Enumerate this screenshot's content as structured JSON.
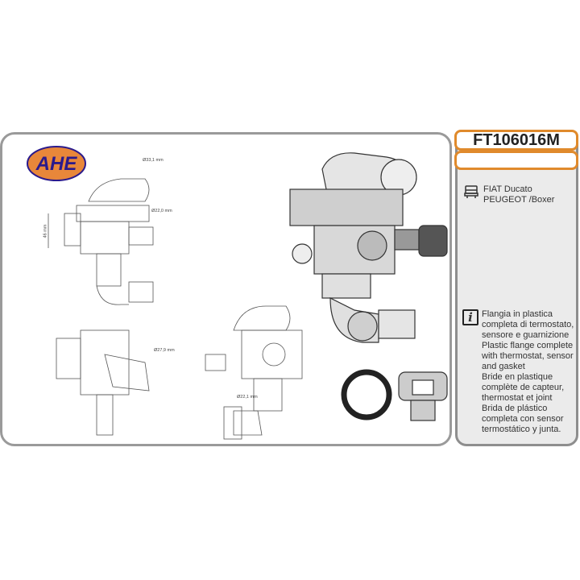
{
  "logo": {
    "text": "AHE",
    "colors": {
      "fill": "#e8873a",
      "text": "#2a1a8c"
    }
  },
  "product": {
    "code": "FT106016M",
    "subtitle": ""
  },
  "vehicles": [
    "FIAT Ducato",
    "PEUGEOT /Boxer"
  ],
  "description": [
    "Flangia in plastica completa di termostato, sensore e guarnizione",
    "Plastic flange complete with thermostat, sensor and gasket",
    "Bride en plastique complète de capteur, thermostat et joint",
    "Brida de plástico completa con sensor termostático y junta."
  ],
  "dimensions": {
    "d1": "Ø33,1 mm",
    "d2": "Ø22,0 mm",
    "h": "46 mm",
    "d3": "Ø27,9 mm",
    "d4": "Ø22,1 mm"
  },
  "icons": {
    "vehicle": "truck-icon",
    "info": "info-icon"
  },
  "colors": {
    "accent": "#e08a2c",
    "panel": "#ebebeb",
    "border": "#9a9a9a"
  }
}
